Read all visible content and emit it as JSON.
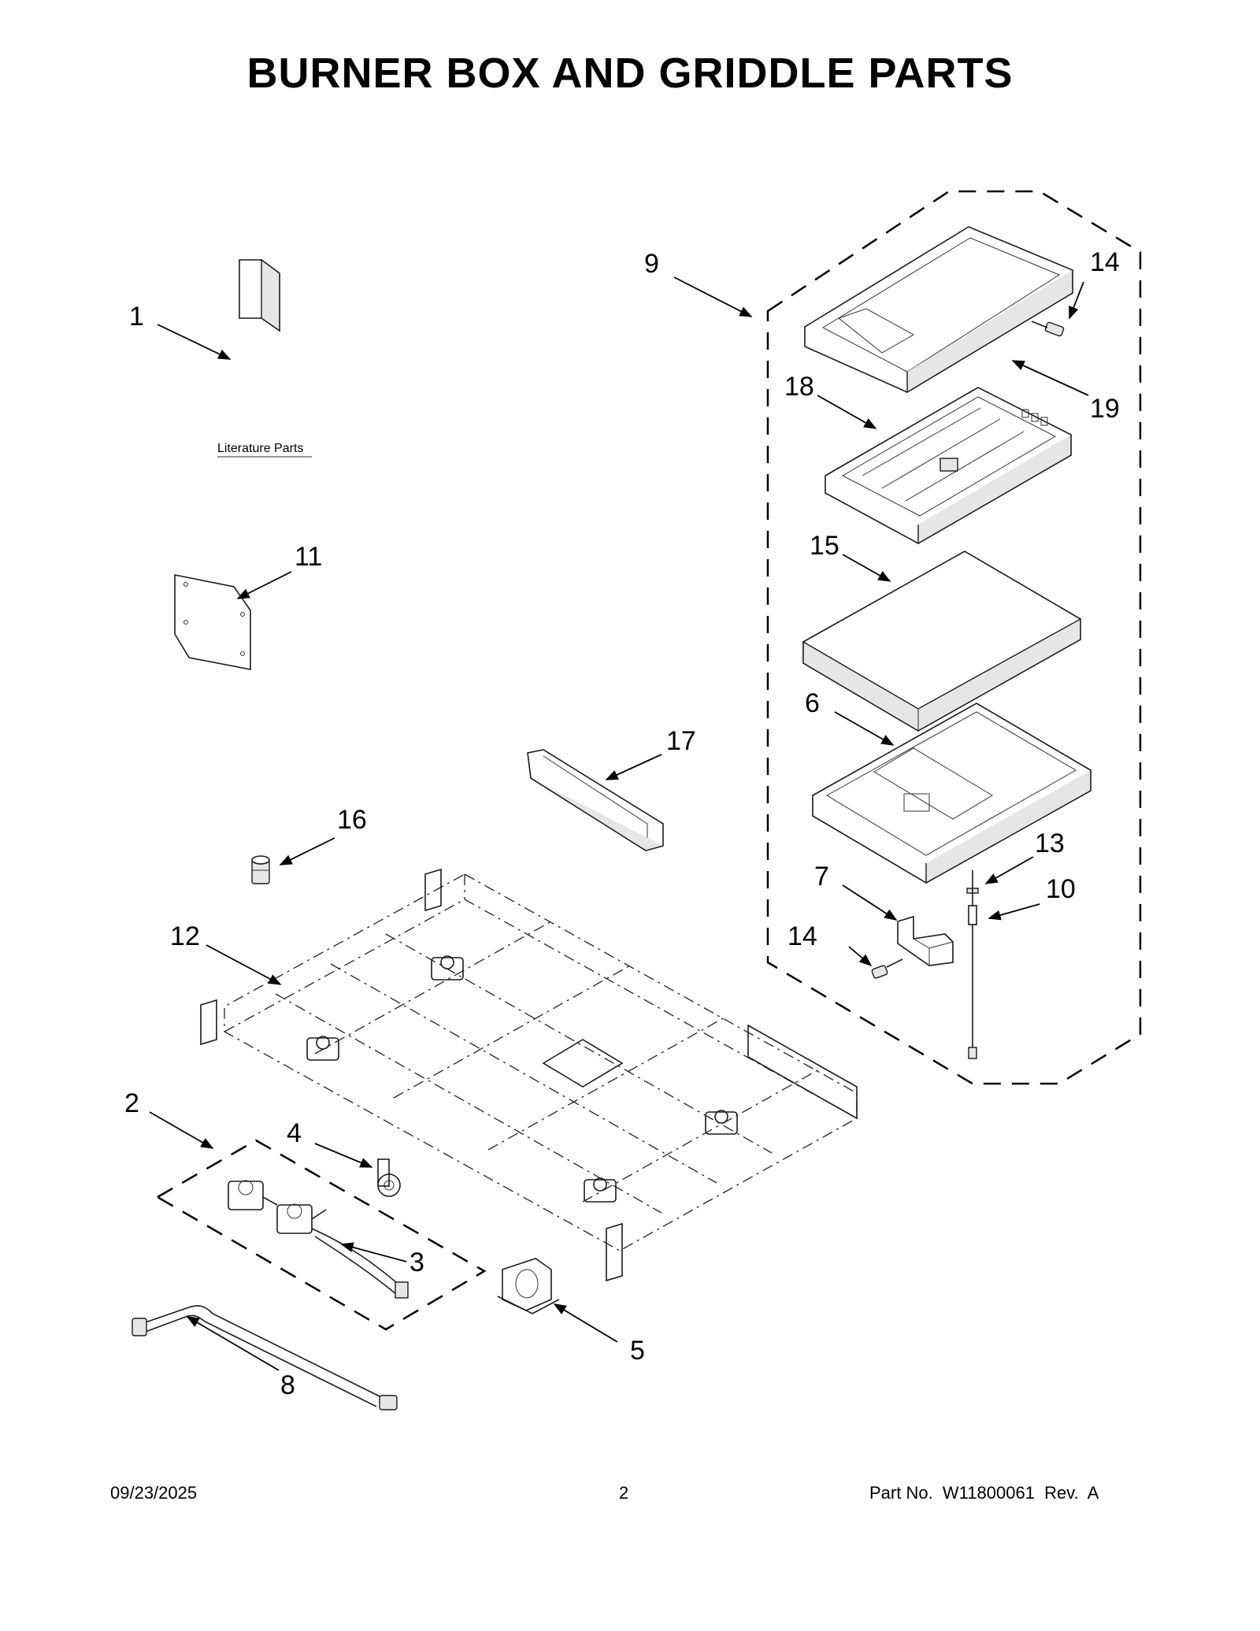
{
  "title": "BURNER BOX AND GRIDDLE PARTS",
  "footer": {
    "date": "09/23/2025",
    "page": "2",
    "part_no": "Part No.  W11800061  Rev.  A"
  },
  "literature_label": "Literature Parts",
  "callouts": {
    "c1": "1",
    "c2": "2",
    "c3": "3",
    "c4": "4",
    "c5": "5",
    "c6": "6",
    "c7": "7",
    "c8": "8",
    "c9": "9",
    "c10": "10",
    "c11": "11",
    "c12": "12",
    "c13": "13",
    "c14a": "14",
    "c14b": "14",
    "c15": "15",
    "c16": "16",
    "c17": "17",
    "c18": "18",
    "c19": "19"
  }
}
